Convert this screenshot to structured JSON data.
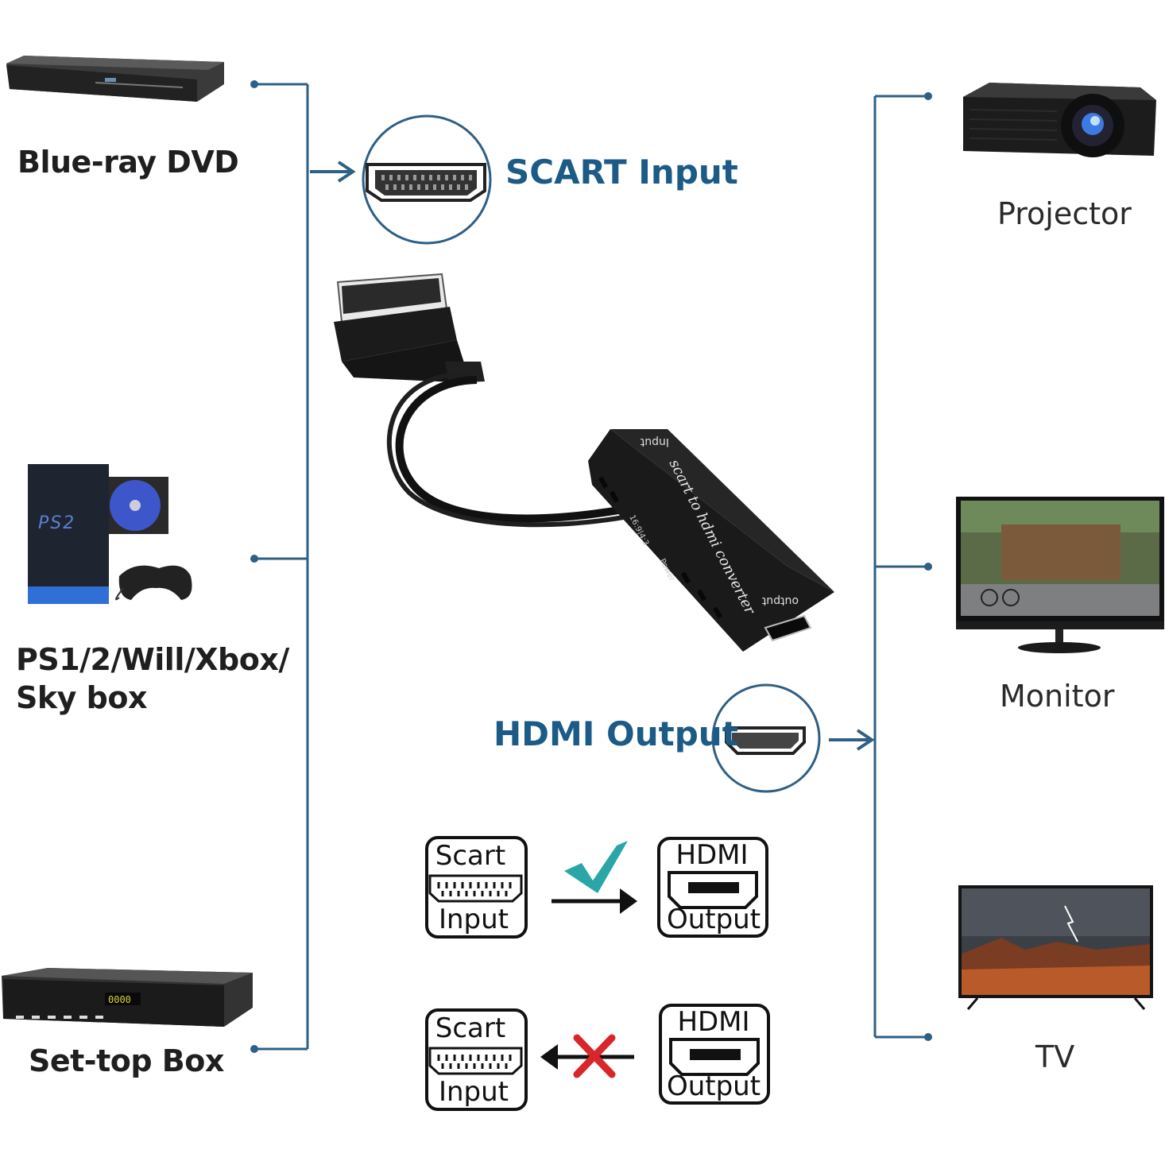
{
  "sources": [
    {
      "label": "Blue-ray DVD"
    },
    {
      "label_line1": "PS1/2/Will/Xbox/",
      "label_line2": "Sky box"
    },
    {
      "label": "Set-top Box"
    }
  ],
  "destinations": [
    {
      "label": "Projector"
    },
    {
      "label": "Monitor"
    },
    {
      "label": "TV"
    }
  ],
  "ports": {
    "input_label": "SCART Input",
    "output_label": "HDMI Output"
  },
  "device": {
    "top_text": "Input",
    "body_text": "scart to hdmi converter",
    "switch_text": "16:9|4:3",
    "power_text": "Power",
    "bottom_text": "output"
  },
  "direction": {
    "valid": {
      "from_top": "Scart",
      "from_bottom": "Input",
      "to_top": "HDMI",
      "to_bottom": "Output"
    },
    "invalid": {
      "from_top": "Scart",
      "from_bottom": "Input",
      "to_top": "HDMI",
      "to_bottom": "Output"
    }
  },
  "colors": {
    "line": "#2e5f84",
    "accent_text": "#1c5b86",
    "check": "#2aa6a6",
    "cross": "#d8262b"
  }
}
